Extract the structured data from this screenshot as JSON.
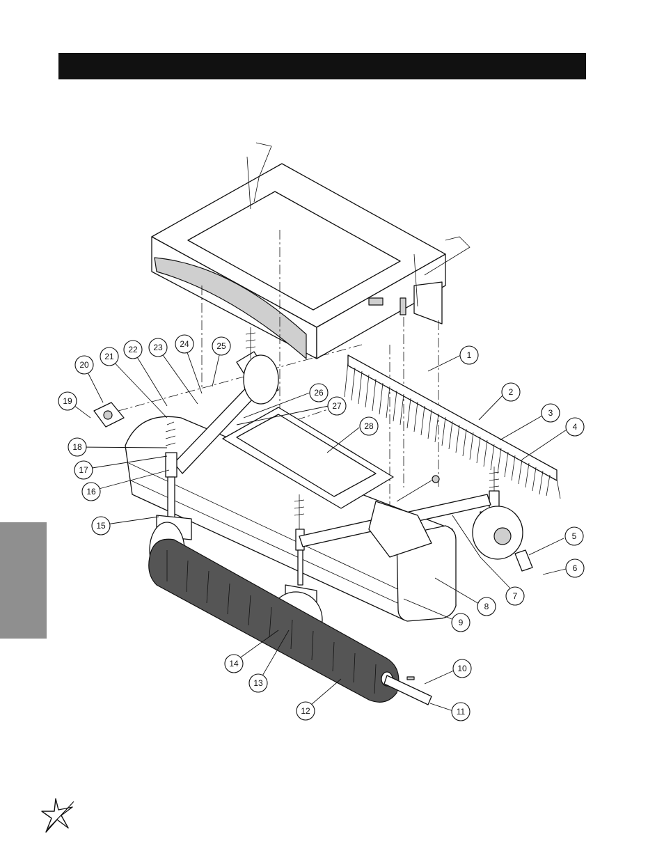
{
  "callouts": [
    "1",
    "2",
    "3",
    "4",
    "5",
    "6",
    "7",
    "8",
    "9",
    "10",
    "11",
    "12",
    "13",
    "14",
    "15",
    "16",
    "17",
    "18",
    "19",
    "20",
    "21",
    "22",
    "23",
    "24",
    "25",
    "26",
    "27",
    "28"
  ],
  "icons": {
    "logo": "star-swoosh-logo-icon"
  },
  "colors": {
    "header_bar": "#111111",
    "side_tab": "#8f8f8f"
  }
}
